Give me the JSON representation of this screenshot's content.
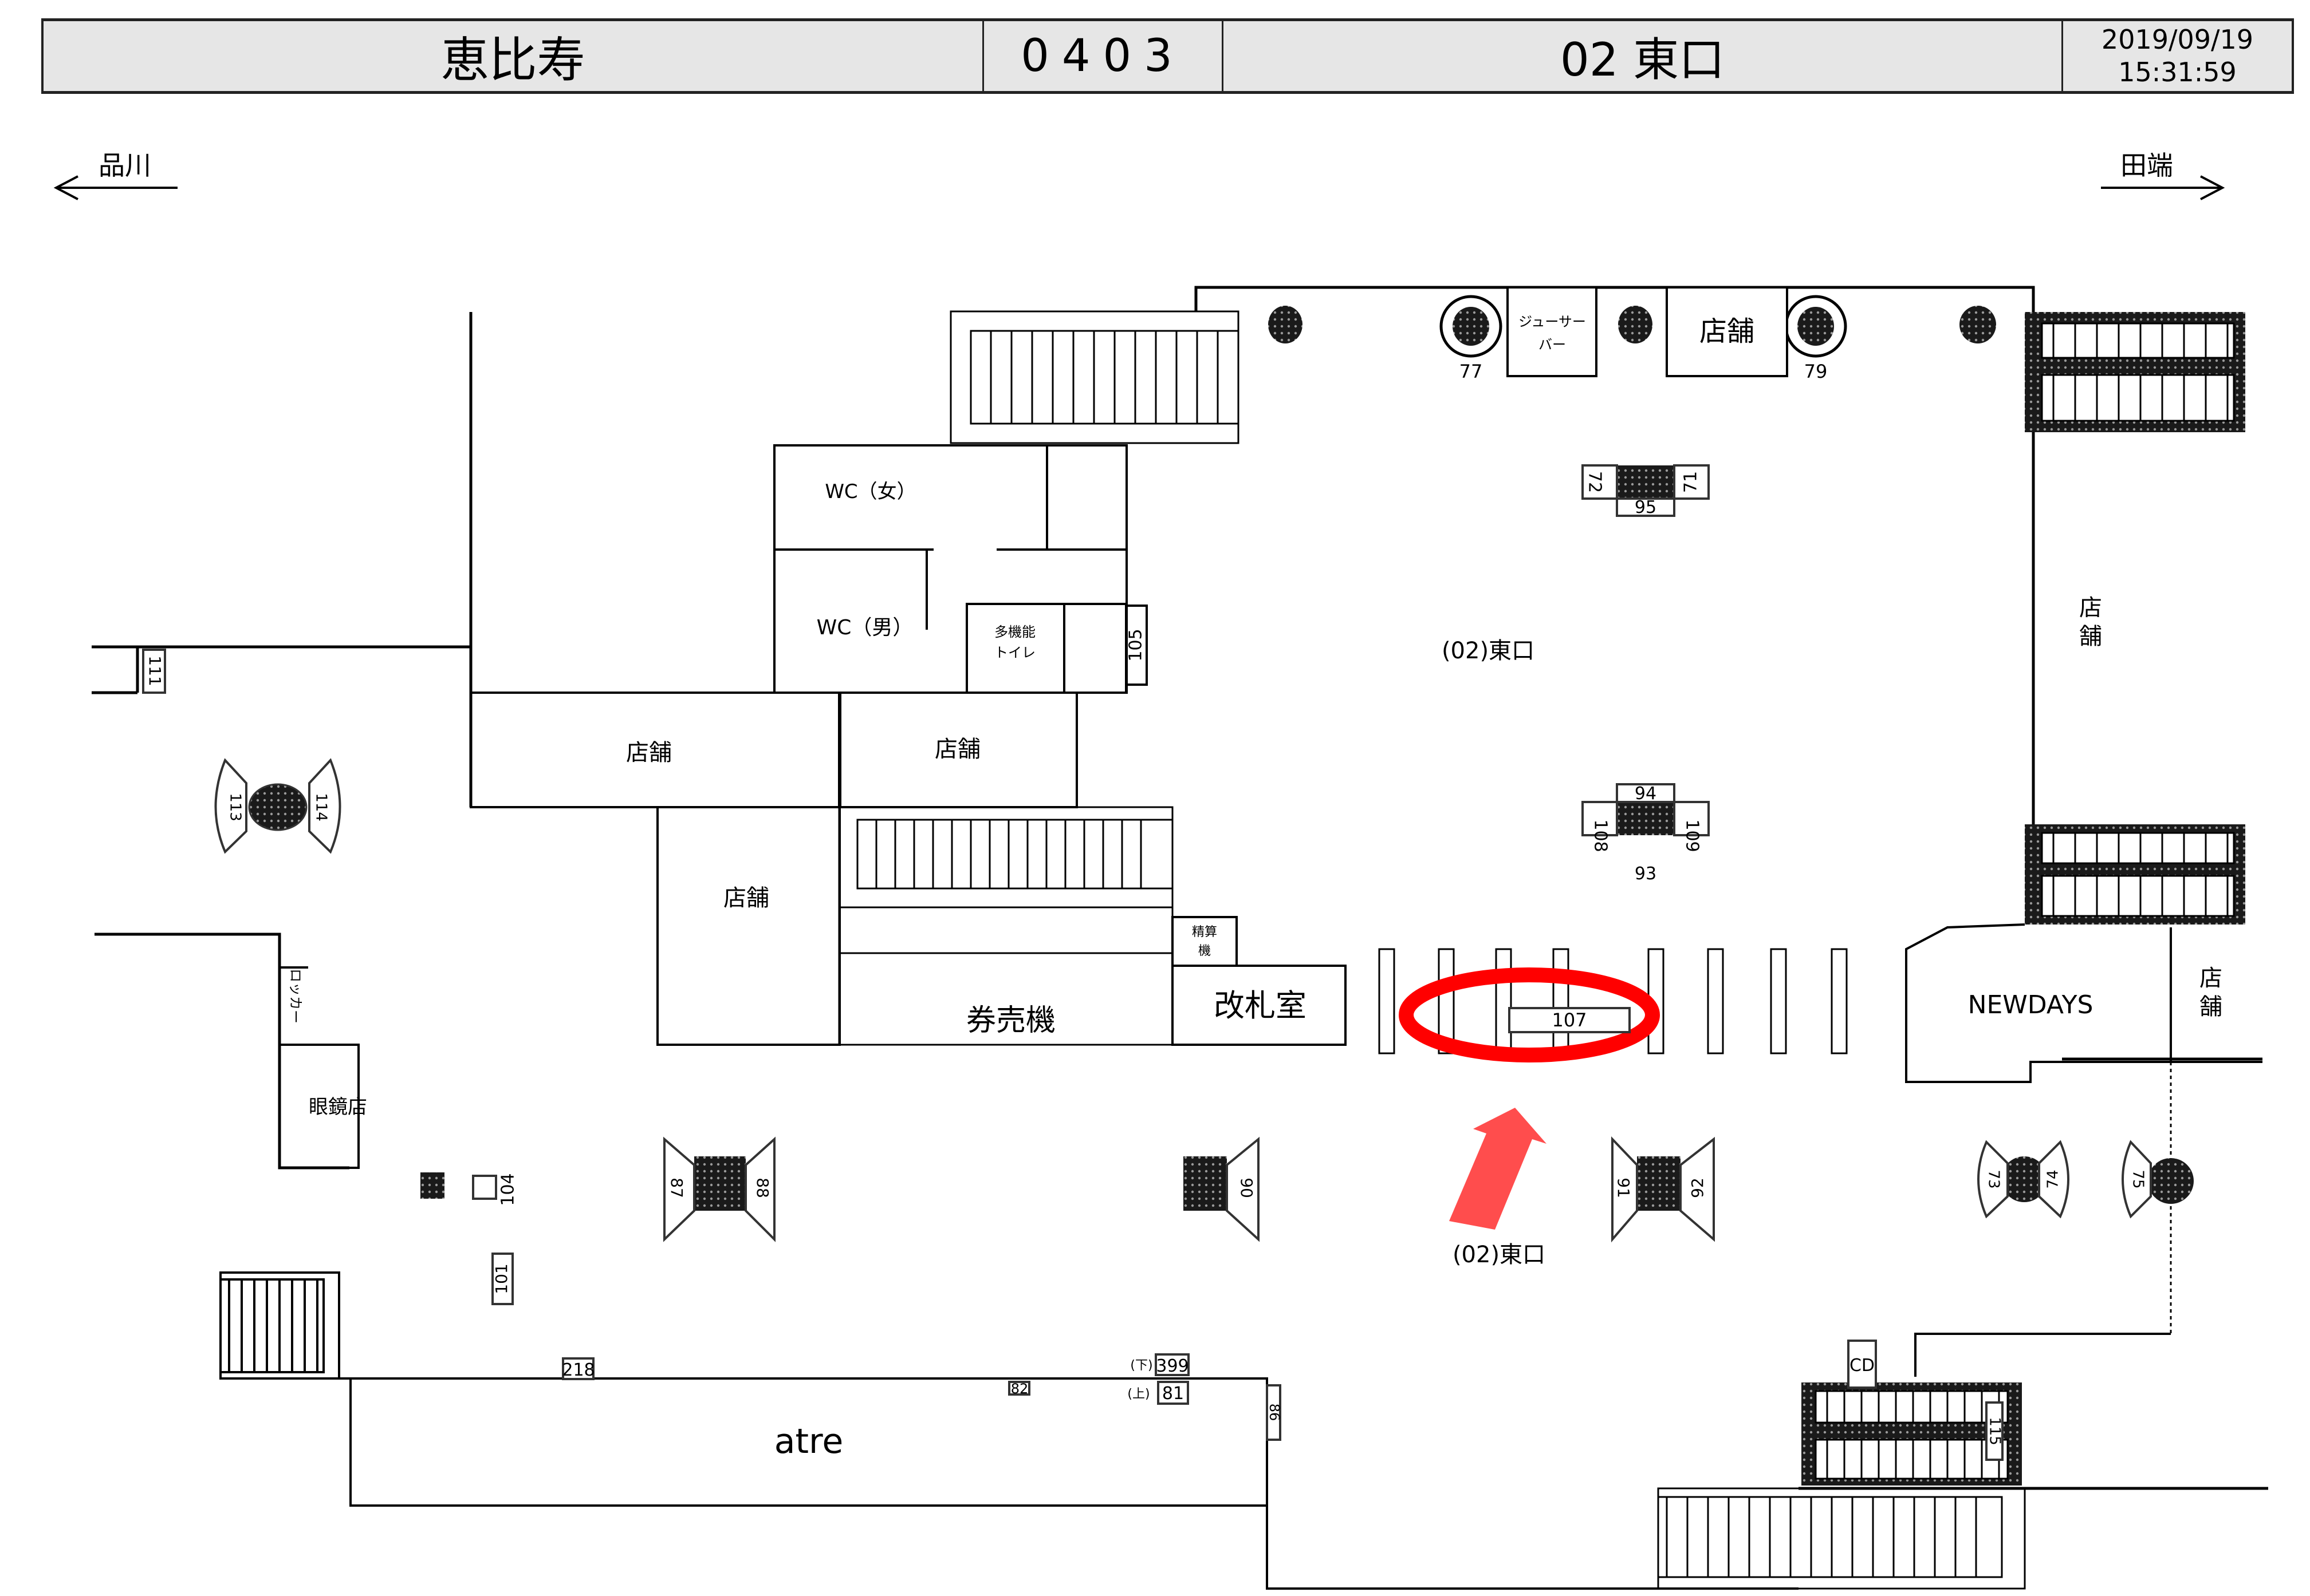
{
  "header": {
    "station_name": "恵比寿",
    "station_code": "0403",
    "exit_name": "02 東口",
    "date": "2019/09/19",
    "time": "15:31:59"
  },
  "directions": {
    "left": "品川",
    "right": "田端"
  },
  "facilities": {
    "wc_female": "WC（女）",
    "wc_male": "WC（男）",
    "multipurpose_toilet_line1": "多機能",
    "multipurpose_toilet_line2": "トイレ",
    "juice_bar_line1": "ジューサー",
    "juice_bar_line2": "バー",
    "shop": "店舗",
    "shop_v1": "店",
    "shop_v2": "舗",
    "ticket_machines": "券売機",
    "fare_adjustment_line1": "精算",
    "fare_adjustment_line2": "機",
    "ticket_office": "改札室",
    "optician": "眼鏡店",
    "lockers": "ロッカー",
    "newdays": "NEWDAYS",
    "atre": "atre",
    "cd": "CD",
    "exit_label_center": "(02)東口",
    "exit_label_arrow": "(02)東口",
    "down_mark": "(下)",
    "up_mark": "(上)"
  },
  "ad_numbers": {
    "n77": "77",
    "n79": "79",
    "n72": "72",
    "n71": "71",
    "n95": "95",
    "n94": "94",
    "n93": "93",
    "n108": "108",
    "n109": "109",
    "n105": "105",
    "n111": "111",
    "n113": "113",
    "n114": "114",
    "n107": "107",
    "n104": "104",
    "n101": "101",
    "n87": "87",
    "n88": "88",
    "n90": "90",
    "n91": "91",
    "n92": "92",
    "n73": "73",
    "n74": "74",
    "n75": "75",
    "n218": "218",
    "n82": "82",
    "n399": "399",
    "n81": "81",
    "n86": "86",
    "n115": "115"
  },
  "highlight": {
    "target_ad": "107",
    "color": "#ff0000",
    "arrow_color": "#ff4d4d"
  }
}
